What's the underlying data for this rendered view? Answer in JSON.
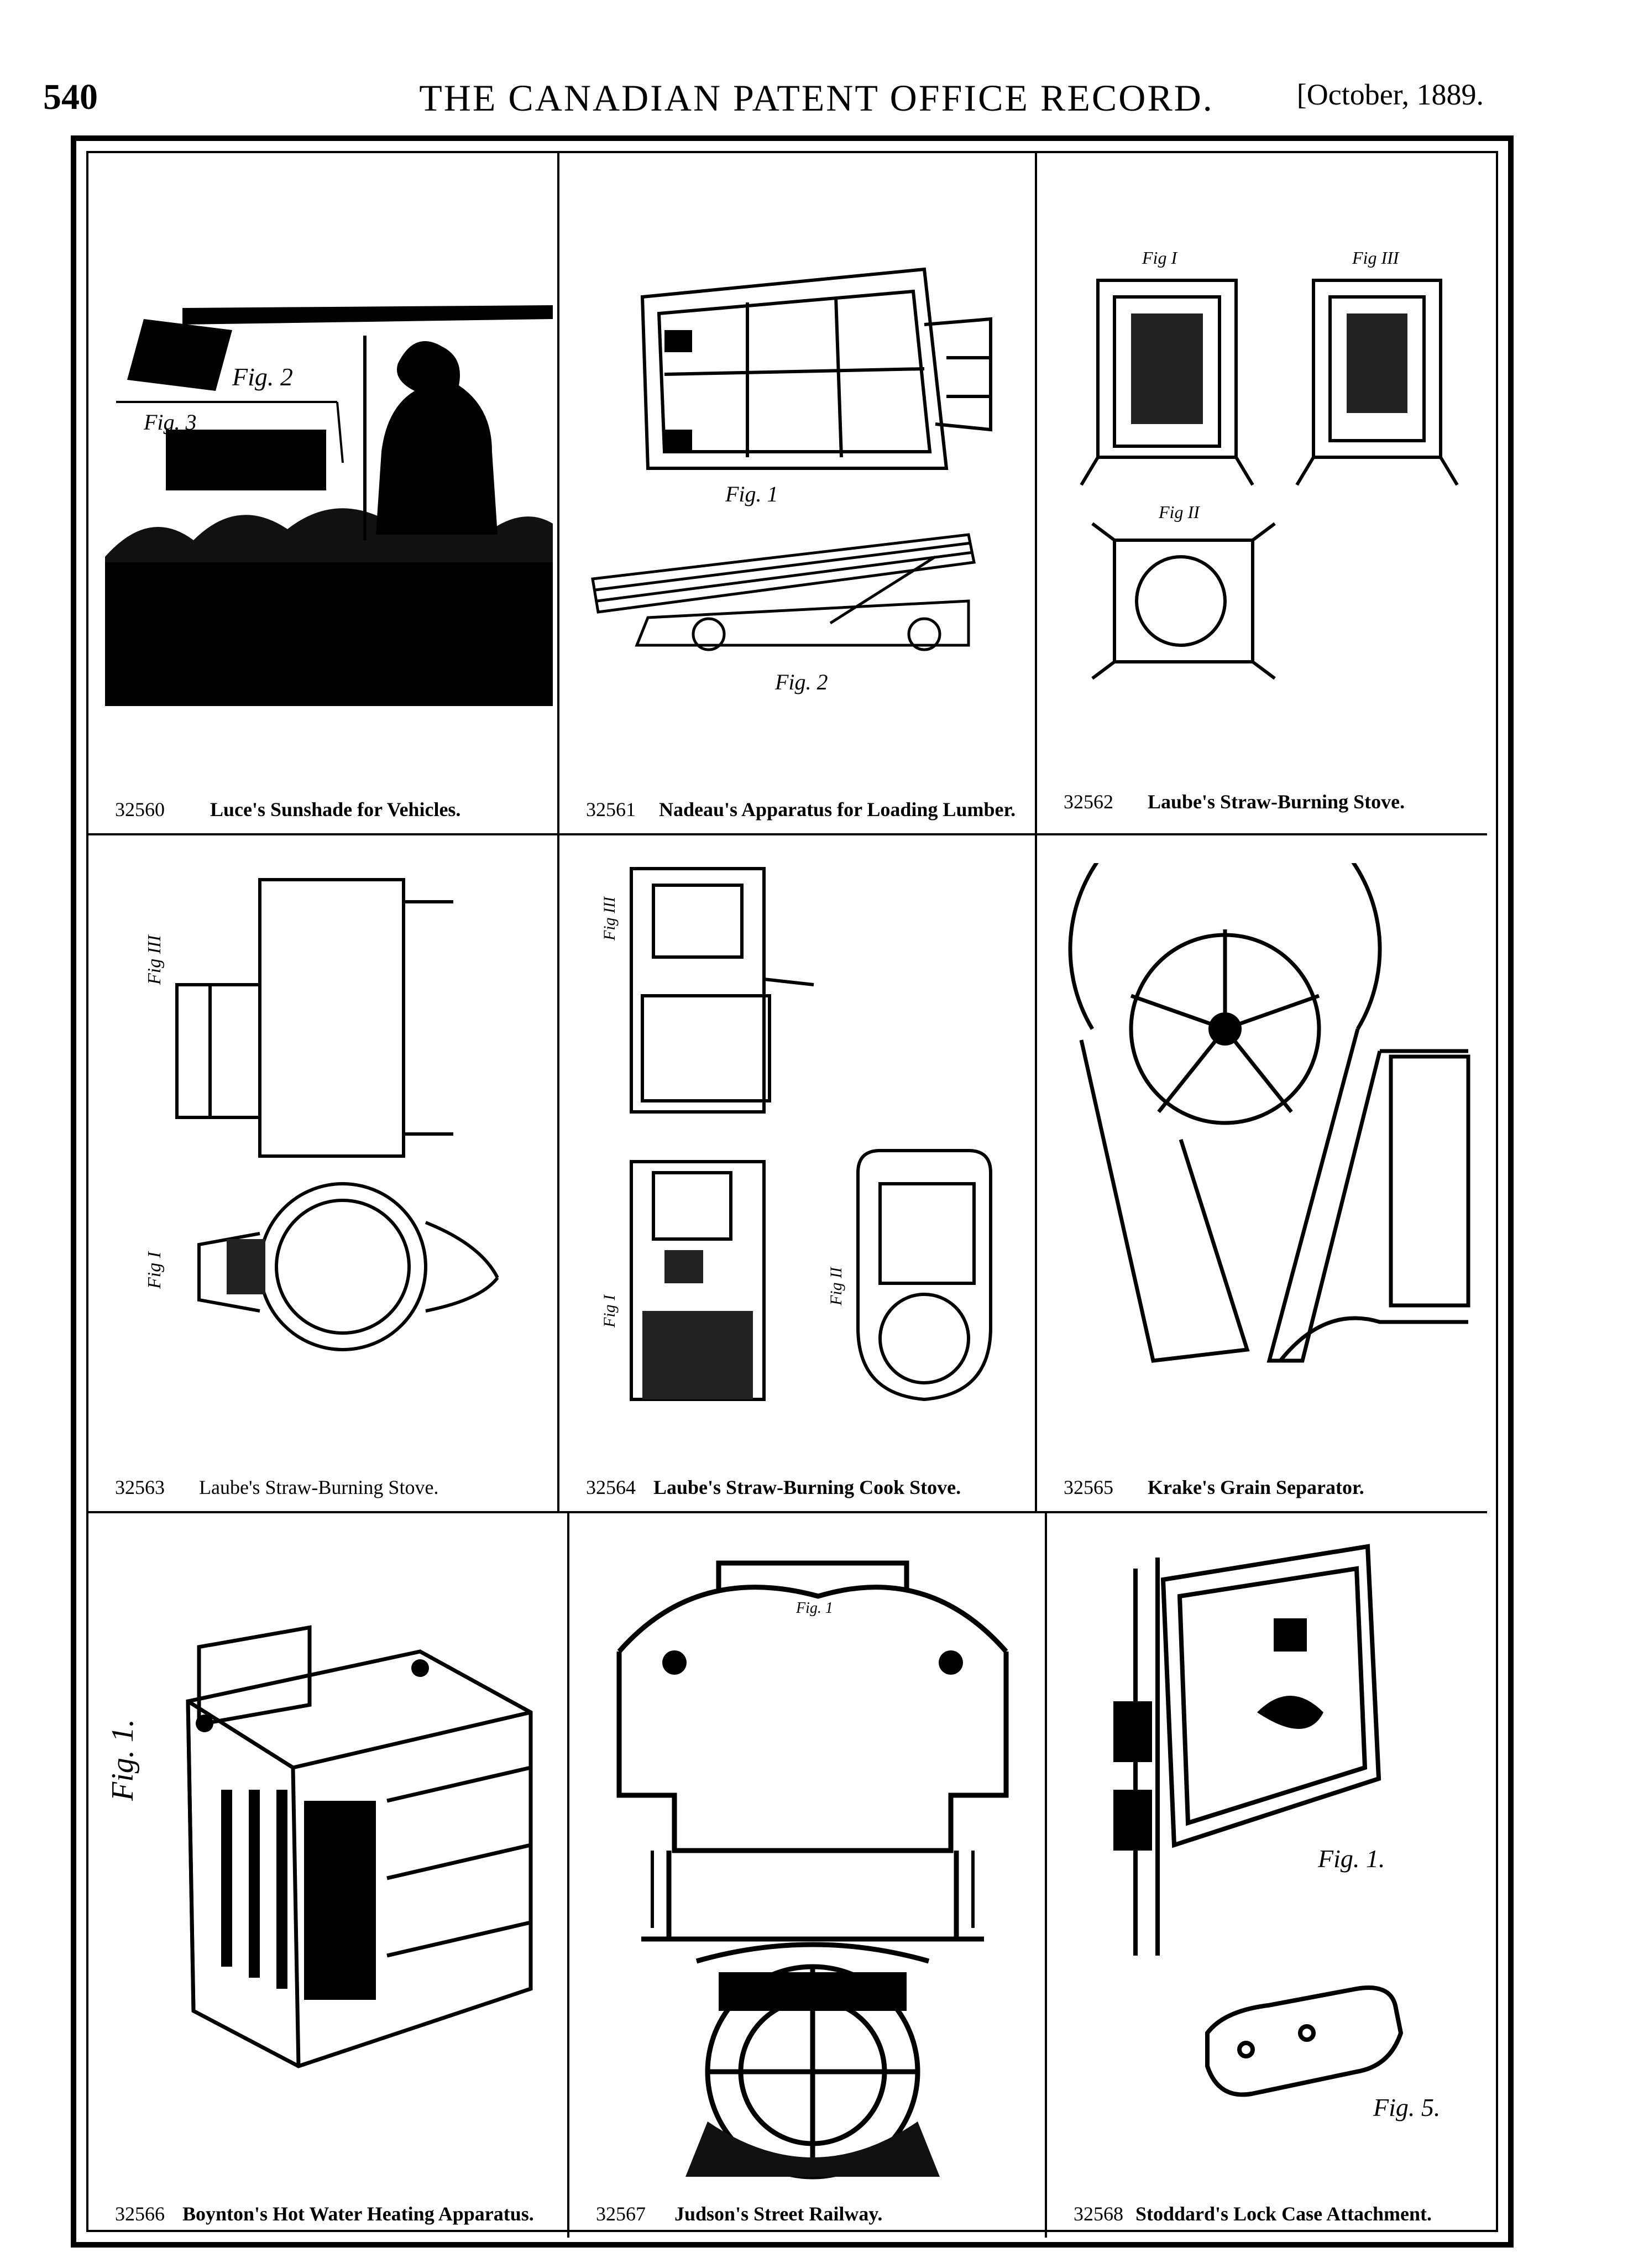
{
  "header": {
    "page_number": "540",
    "journal_title": "THE CANADIAN PATENT OFFICE RECORD.",
    "issue_date": "[October, 1889."
  },
  "patents": [
    {
      "number": "32560",
      "title": "Luce's Sunshade for Vehicles.",
      "figure_labels": [
        "Fig. 2",
        "Fig. 3"
      ]
    },
    {
      "number": "32561",
      "title": "Nadeau's Apparatus for Loading Lumber.",
      "figure_labels": [
        "Fig. 1",
        "Fig. 2"
      ]
    },
    {
      "number": "32562",
      "title": "Laube's Straw-Burning Stove.",
      "figure_labels": [
        "Fig I",
        "Fig III",
        "Fig II"
      ]
    },
    {
      "number": "32563",
      "title": "Laube's Straw-Burning Stove.",
      "figure_labels": [
        "Fig III",
        "Fig I"
      ]
    },
    {
      "number": "32564",
      "title": "Laube's Straw-Burning Cook Stove.",
      "figure_labels": [
        "Fig III",
        "Fig I",
        "Fig II"
      ]
    },
    {
      "number": "32565",
      "title": "Krake's Grain Separator.",
      "figure_labels": []
    },
    {
      "number": "32566",
      "title": "Boynton's Hot Water Heating Apparatus.",
      "figure_labels": [
        "Fig. 1."
      ]
    },
    {
      "number": "32567",
      "title": "Judson's Street Railway.",
      "figure_labels": [
        "Fig. 1"
      ]
    },
    {
      "number": "32568",
      "title": "Stoddard's Lock Case Attachment.",
      "figure_labels": [
        "Fig. 1.",
        "Fig. 5."
      ]
    }
  ]
}
